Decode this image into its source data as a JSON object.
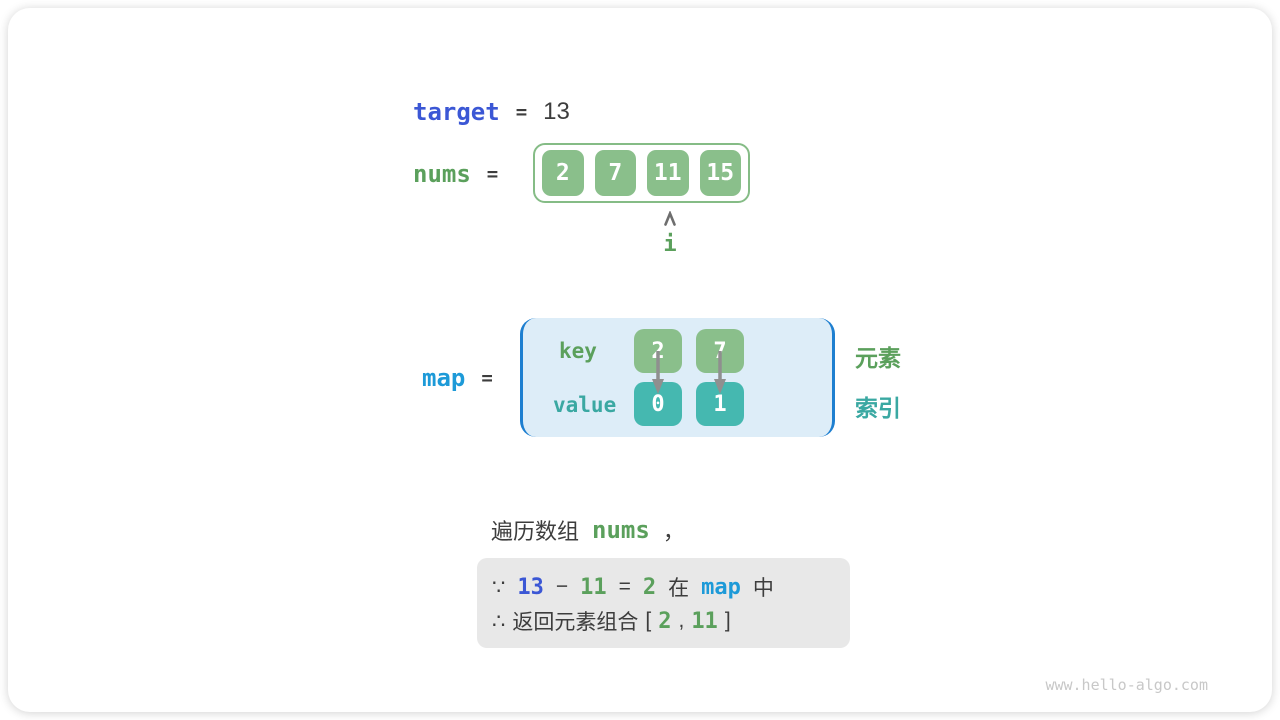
{
  "target_line": {
    "keyword": "target",
    "equals": "=",
    "value": "13"
  },
  "nums_array": {
    "keyword": "nums",
    "equals": "=",
    "cells": [
      "2",
      "7",
      "11",
      "15"
    ],
    "pointer_label": "i"
  },
  "map": {
    "keyword": "map",
    "equals": "=",
    "key_label": "key",
    "value_label": "value",
    "keys": [
      "2",
      "7"
    ],
    "values": [
      "0",
      "1"
    ],
    "element_label": "元素",
    "index_label": "索引"
  },
  "caption": {
    "prefix": "遍历数组",
    "code": "nums",
    "suffix": "，"
  },
  "note": {
    "because": "∵",
    "minuend": "13",
    "minus": "−",
    "subtrahend": "11",
    "equals": "=",
    "difference": "2",
    "in_word": "在",
    "map_word": "map",
    "within_word": "中",
    "therefore": "∴",
    "return_text": "返回元素组合",
    "bracket_open": "[",
    "pair_first": "2",
    "pair_comma": ",",
    "pair_second": "11",
    "bracket_close": "]"
  },
  "watermark": "www.hello-algo.com",
  "colors": {
    "royal_blue": "#3b57d5",
    "cyan_blue": "#1d9ad8",
    "bracket_blue": "#1e7fd0",
    "green_text": "#5ba05c",
    "green_cell": "#8abf8b",
    "teal_cell": "#45b8b0",
    "teal_text": "#3aa8a2",
    "map_background": "#ddedf8",
    "note_background": "#e8e8e8",
    "dark_text": "#3d3d3d",
    "arrow_gray": "#8f8f8f",
    "watermark_gray": "#c8c8c8"
  }
}
